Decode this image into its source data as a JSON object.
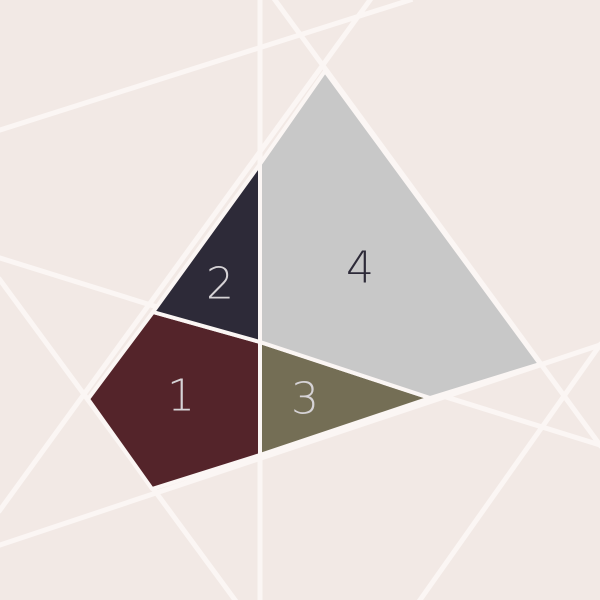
{
  "colors": {
    "background": "#f2e9e5",
    "line": "#fbf6f4",
    "piece_1": "#54242a",
    "piece_2": "#2d2a38",
    "piece_3": "#746e55",
    "piece_4": "#c8c8c8",
    "label_light": "#d6d3d6",
    "label_dark": "#2d2a38"
  },
  "pieces": [
    {
      "label": "1"
    },
    {
      "label": "2"
    },
    {
      "label": "3"
    },
    {
      "label": "4"
    }
  ]
}
